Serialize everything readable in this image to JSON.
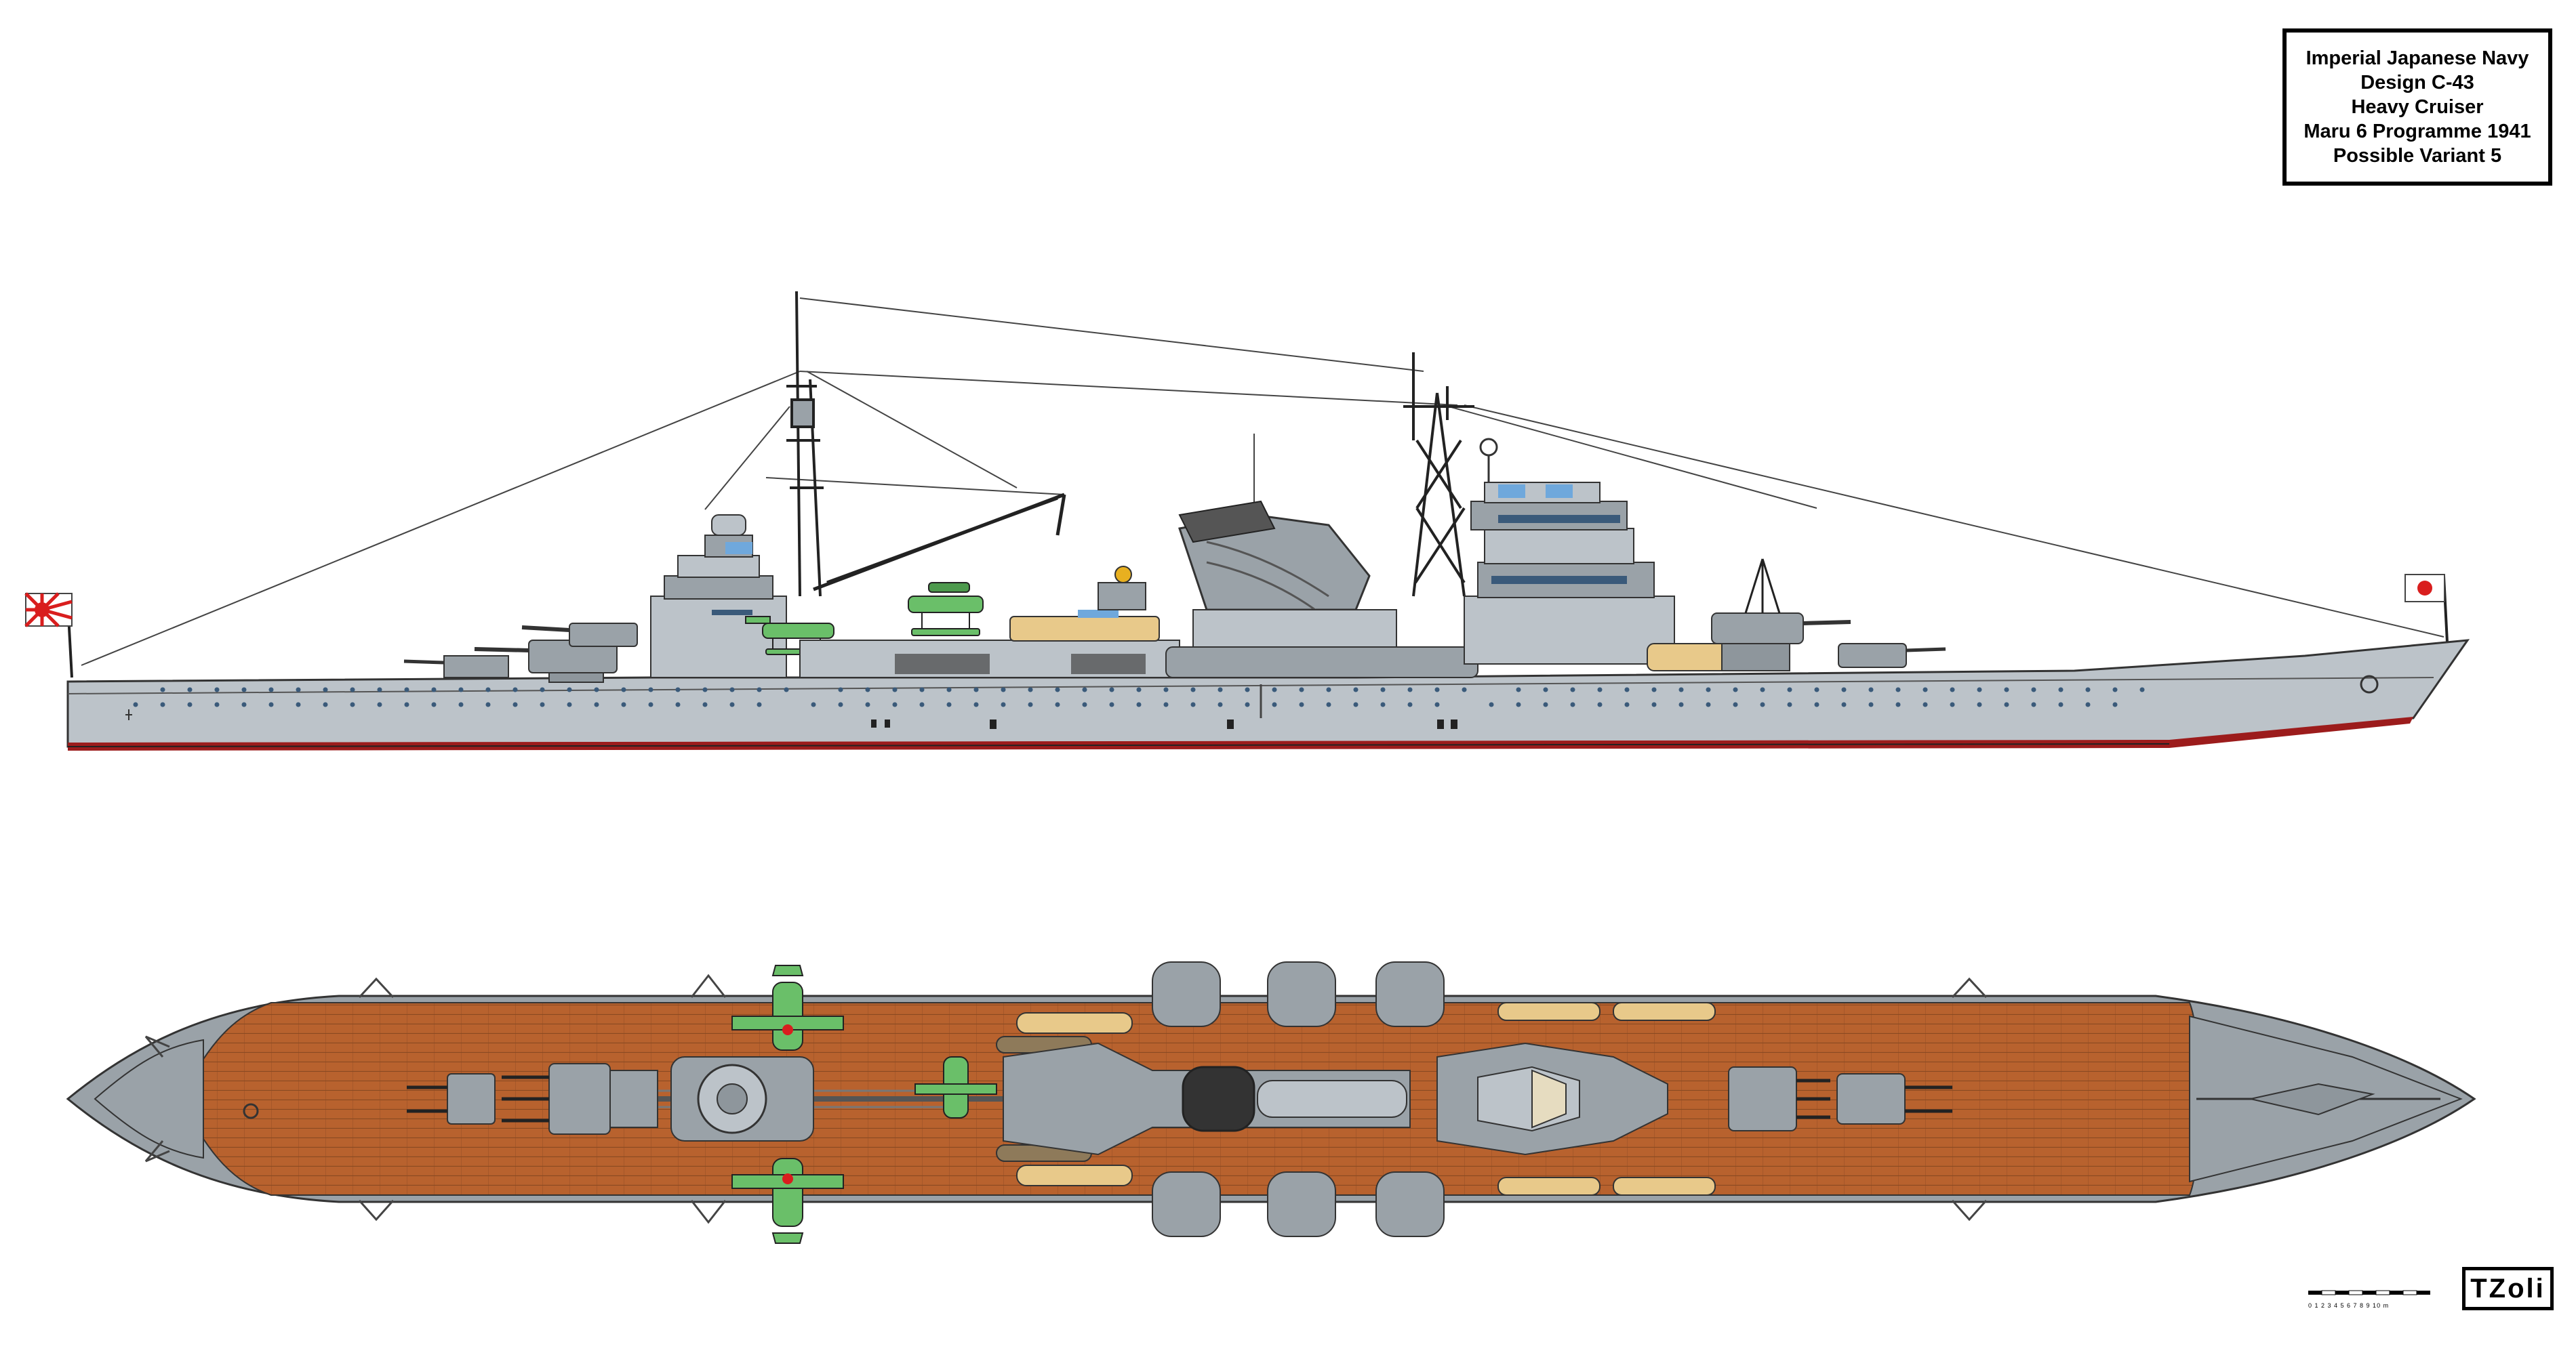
{
  "title_block": {
    "lines": [
      "Imperial Japanese Navy",
      "Design C-43",
      "Heavy Cruiser",
      "Maru 6 Programme 1941",
      "Possible Variant 5"
    ]
  },
  "signature": "TZoli",
  "scale_bar": {
    "label": "0 1 2 3 4 5 6 7 8 9 10 m"
  },
  "colors": {
    "hull": "#bcc3c9",
    "hull_dark": "#8e969c",
    "waterline": "#9c1c1c",
    "deck_wood": "#b8622e",
    "deck_plank": "#8a4a22",
    "superstructure": "#9aa2a8",
    "porthole": "#3a5a7a",
    "window": "#6fa8dc",
    "aircraft": "#6abf69",
    "boat": "#e8c98a",
    "flag_red": "#d91e1e"
  },
  "icons": {
    "stern_flag": "rising-sun-ensign-icon",
    "bow_flag": "jack-flag-icon"
  }
}
